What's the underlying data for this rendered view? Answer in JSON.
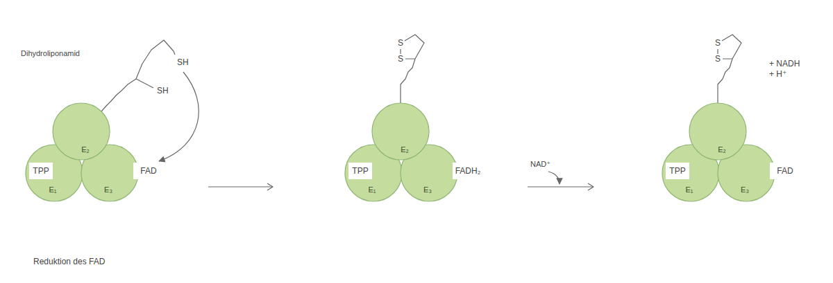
{
  "diagram": {
    "nodes": [
      {
        "text": [
          "E₂"
        ]
      },
      {
        "text": [
          "TPP"
        ]
      },
      {
        "text": [
          "E₁"
        ]
      },
      {
        "text": [
          "E₃"
        ]
      },
      {
        "text": [
          "FAD"
        ]
      },
      {
        "text": [
          "E₂"
        ]
      },
      {
        "text": [
          "TPP"
        ]
      },
      {
        "text": [
          "E₁"
        ]
      },
      {
        "text": [
          "E₃"
        ]
      },
      {
        "text": [
          "FADH₂"
        ]
      },
      {
        "text": [
          "E₂"
        ]
      },
      {
        "text": [
          "TPP"
        ]
      },
      {
        "text": [
          "E₁"
        ]
      },
      {
        "text": [
          "E₃"
        ]
      },
      {
        "text": [
          "FAD"
        ]
      }
    ],
    "labels": [
      "Dihydroliponamid",
      "SH",
      "SH",
      "S",
      "S",
      "S",
      "S",
      "NAD⁺",
      "+ NADH",
      "+ H⁺",
      "Reduktion des FAD"
    ]
  }
}
